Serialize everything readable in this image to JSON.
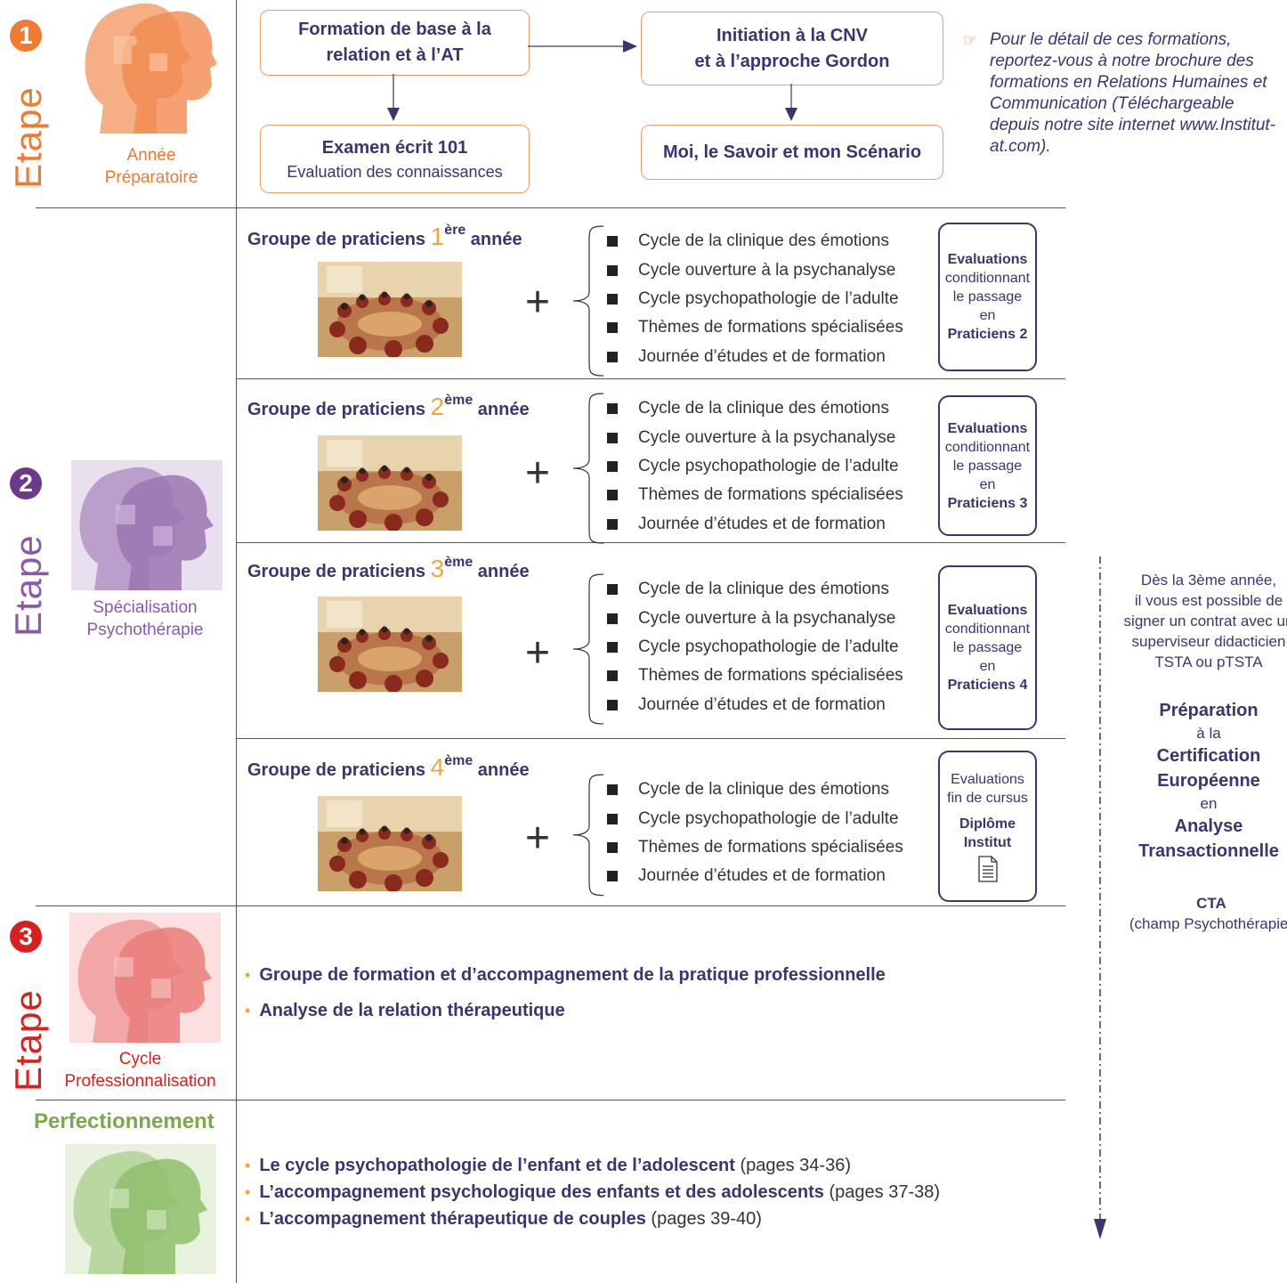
{
  "colors": {
    "orange": "#f08b4a",
    "purple": "#a07cb7",
    "red": "#e87a78",
    "green": "#8bbf6a",
    "navy": "#3a3570",
    "gold": "#f2a63a"
  },
  "etape_word": "Etape",
  "stage1": {
    "number": "1",
    "label_line1": "Année",
    "label_line2": "Préparatoire",
    "box_formation_line1": "Formation de base à la",
    "box_formation_line2": "relation et à l’AT",
    "box_examen_title": "Examen écrit 101",
    "box_examen_sub": "Evaluation des connaissances",
    "box_cnv_line1": "Initiation à la CNV",
    "box_cnv_line2": "et à l’approche Gordon",
    "box_moi": "Moi, le Savoir et mon Scénario",
    "note_icon": "pointing-hand-icon",
    "note_line1": "Pour le détail de ces formations,",
    "note_line2": "reportez-vous à notre brochure des",
    "note_line3": "formations en Relations Humaines et",
    "note_line4": "Communication (Téléchargeable",
    "note_line5": "depuis notre site internet www.Institut-",
    "note_line6": "at.com)."
  },
  "stage2": {
    "number": "2",
    "label_line1": "Spécialisation",
    "label_line2": "Psychothérapie",
    "groups": [
      {
        "prefix": "Groupe de praticiens ",
        "num": "1",
        "sup": "ère",
        "suffix": " année",
        "items": [
          "Cycle de la clinique des émotions",
          "Cycle ouverture à la psychanalyse",
          "Cycle psychopathologie de l’adulte",
          "Thèmes de formations spécialisées",
          "Journée d’études et de formation"
        ],
        "eval": [
          "Evaluations",
          "conditionnant",
          "le passage",
          "en",
          "Praticiens 2"
        ]
      },
      {
        "prefix": "Groupe de praticiens ",
        "num": "2",
        "sup": "ème",
        "suffix": " année",
        "items": [
          "Cycle de la clinique des émotions",
          "Cycle ouverture à la psychanalyse",
          "Cycle psychopathologie de l’adulte",
          "Thèmes de formations spécialisées",
          "Journée d’études et de formation"
        ],
        "eval": [
          "Evaluations",
          "conditionnant",
          "le passage",
          "en",
          "Praticiens 3"
        ]
      },
      {
        "prefix": "Groupe de praticiens ",
        "num": "3",
        "sup": "ème",
        "suffix": " année",
        "items": [
          "Cycle de la clinique des émotions",
          "Cycle ouverture à la psychanalyse",
          "Cycle psychopathologie de l’adulte",
          "Thèmes de formations spécialisées",
          "Journée d’études et de formation"
        ],
        "eval": [
          "Evaluations",
          "conditionnant",
          "le passage",
          "en",
          "Praticiens 4"
        ]
      },
      {
        "prefix": "Groupe de praticiens ",
        "num": "4",
        "sup": "ème",
        "suffix": " année",
        "items": [
          "Cycle de la clinique des émotions",
          "Cycle psychopathologie de l’adulte",
          "Thèmes de formations spécialisées",
          "Journée d’études et de formation"
        ],
        "eval": [
          "Evaluations",
          "fin de cursus",
          "Diplôme",
          "Institut"
        ]
      }
    ],
    "plus": "+"
  },
  "stage3": {
    "number": "3",
    "label_line1": "Cycle",
    "label_line2": "Professionnalisation",
    "bullets": [
      "Groupe de formation et d’accompagnement de la pratique professionnelle",
      "Analyse de la relation thérapeutique"
    ]
  },
  "perfectionnement": {
    "title": "Perfectionnement",
    "bullets": [
      {
        "bold": "Le cycle psychopathologie de l’enfant et de l’adolescent",
        "pages": " (pages 34-36)"
      },
      {
        "bold": "L’accompagnement psychologique des enfants et des adolescents",
        "pages": " (pages 37-38)"
      },
      {
        "bold": "L’accompagnement thérapeutique de couples",
        "pages": " (pages 39-40)"
      }
    ]
  },
  "side": {
    "l1": "Dès la 3ème année,",
    "l2": "il vous est possible de",
    "l3": "signer un contrat avec un",
    "l4": "superviseur didacticien",
    "l5": "TSTA ou pTSTA",
    "p1": "Préparation",
    "p2": "à la",
    "p3": "Certification",
    "p4": "Européenne",
    "p5": "en",
    "p6": "Analyse",
    "p7": "Transactionnelle",
    "c1": "CTA",
    "c2": "(champ  Psychothérapie)"
  }
}
